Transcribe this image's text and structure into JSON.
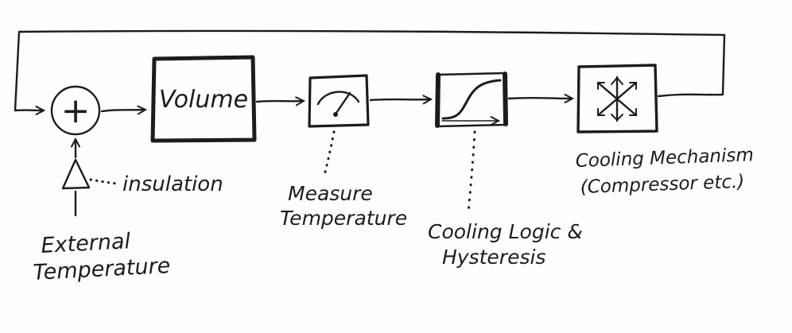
{
  "page": {
    "background": "#fffefc",
    "ink_color": "#1c1c1c",
    "description": "Hand-drawn feedback control loop diagram of a refrigeration / cooling system"
  },
  "diagram": {
    "summing_junction": {
      "symbol": "+"
    },
    "volume_block": {
      "label": "Volume"
    },
    "insulation_label": "insulation",
    "external_temperature": {
      "line1": "External",
      "line2": "Temperature"
    },
    "measure_temperature": {
      "line1": "Measure",
      "line2": "Temperature"
    },
    "cooling_logic": {
      "line1": "Cooling Logic &",
      "line2": "Hysteresis"
    },
    "cooling_mechanism": {
      "line1": "Cooling Mechanism",
      "line2": "(Compressor etc.)"
    },
    "icons": {
      "gauge": "gauge-icon",
      "sigmoid": "sigmoid-curve-icon",
      "snowflake": "snowflake-icon",
      "triangle": "insulation-triangle-icon"
    }
  }
}
